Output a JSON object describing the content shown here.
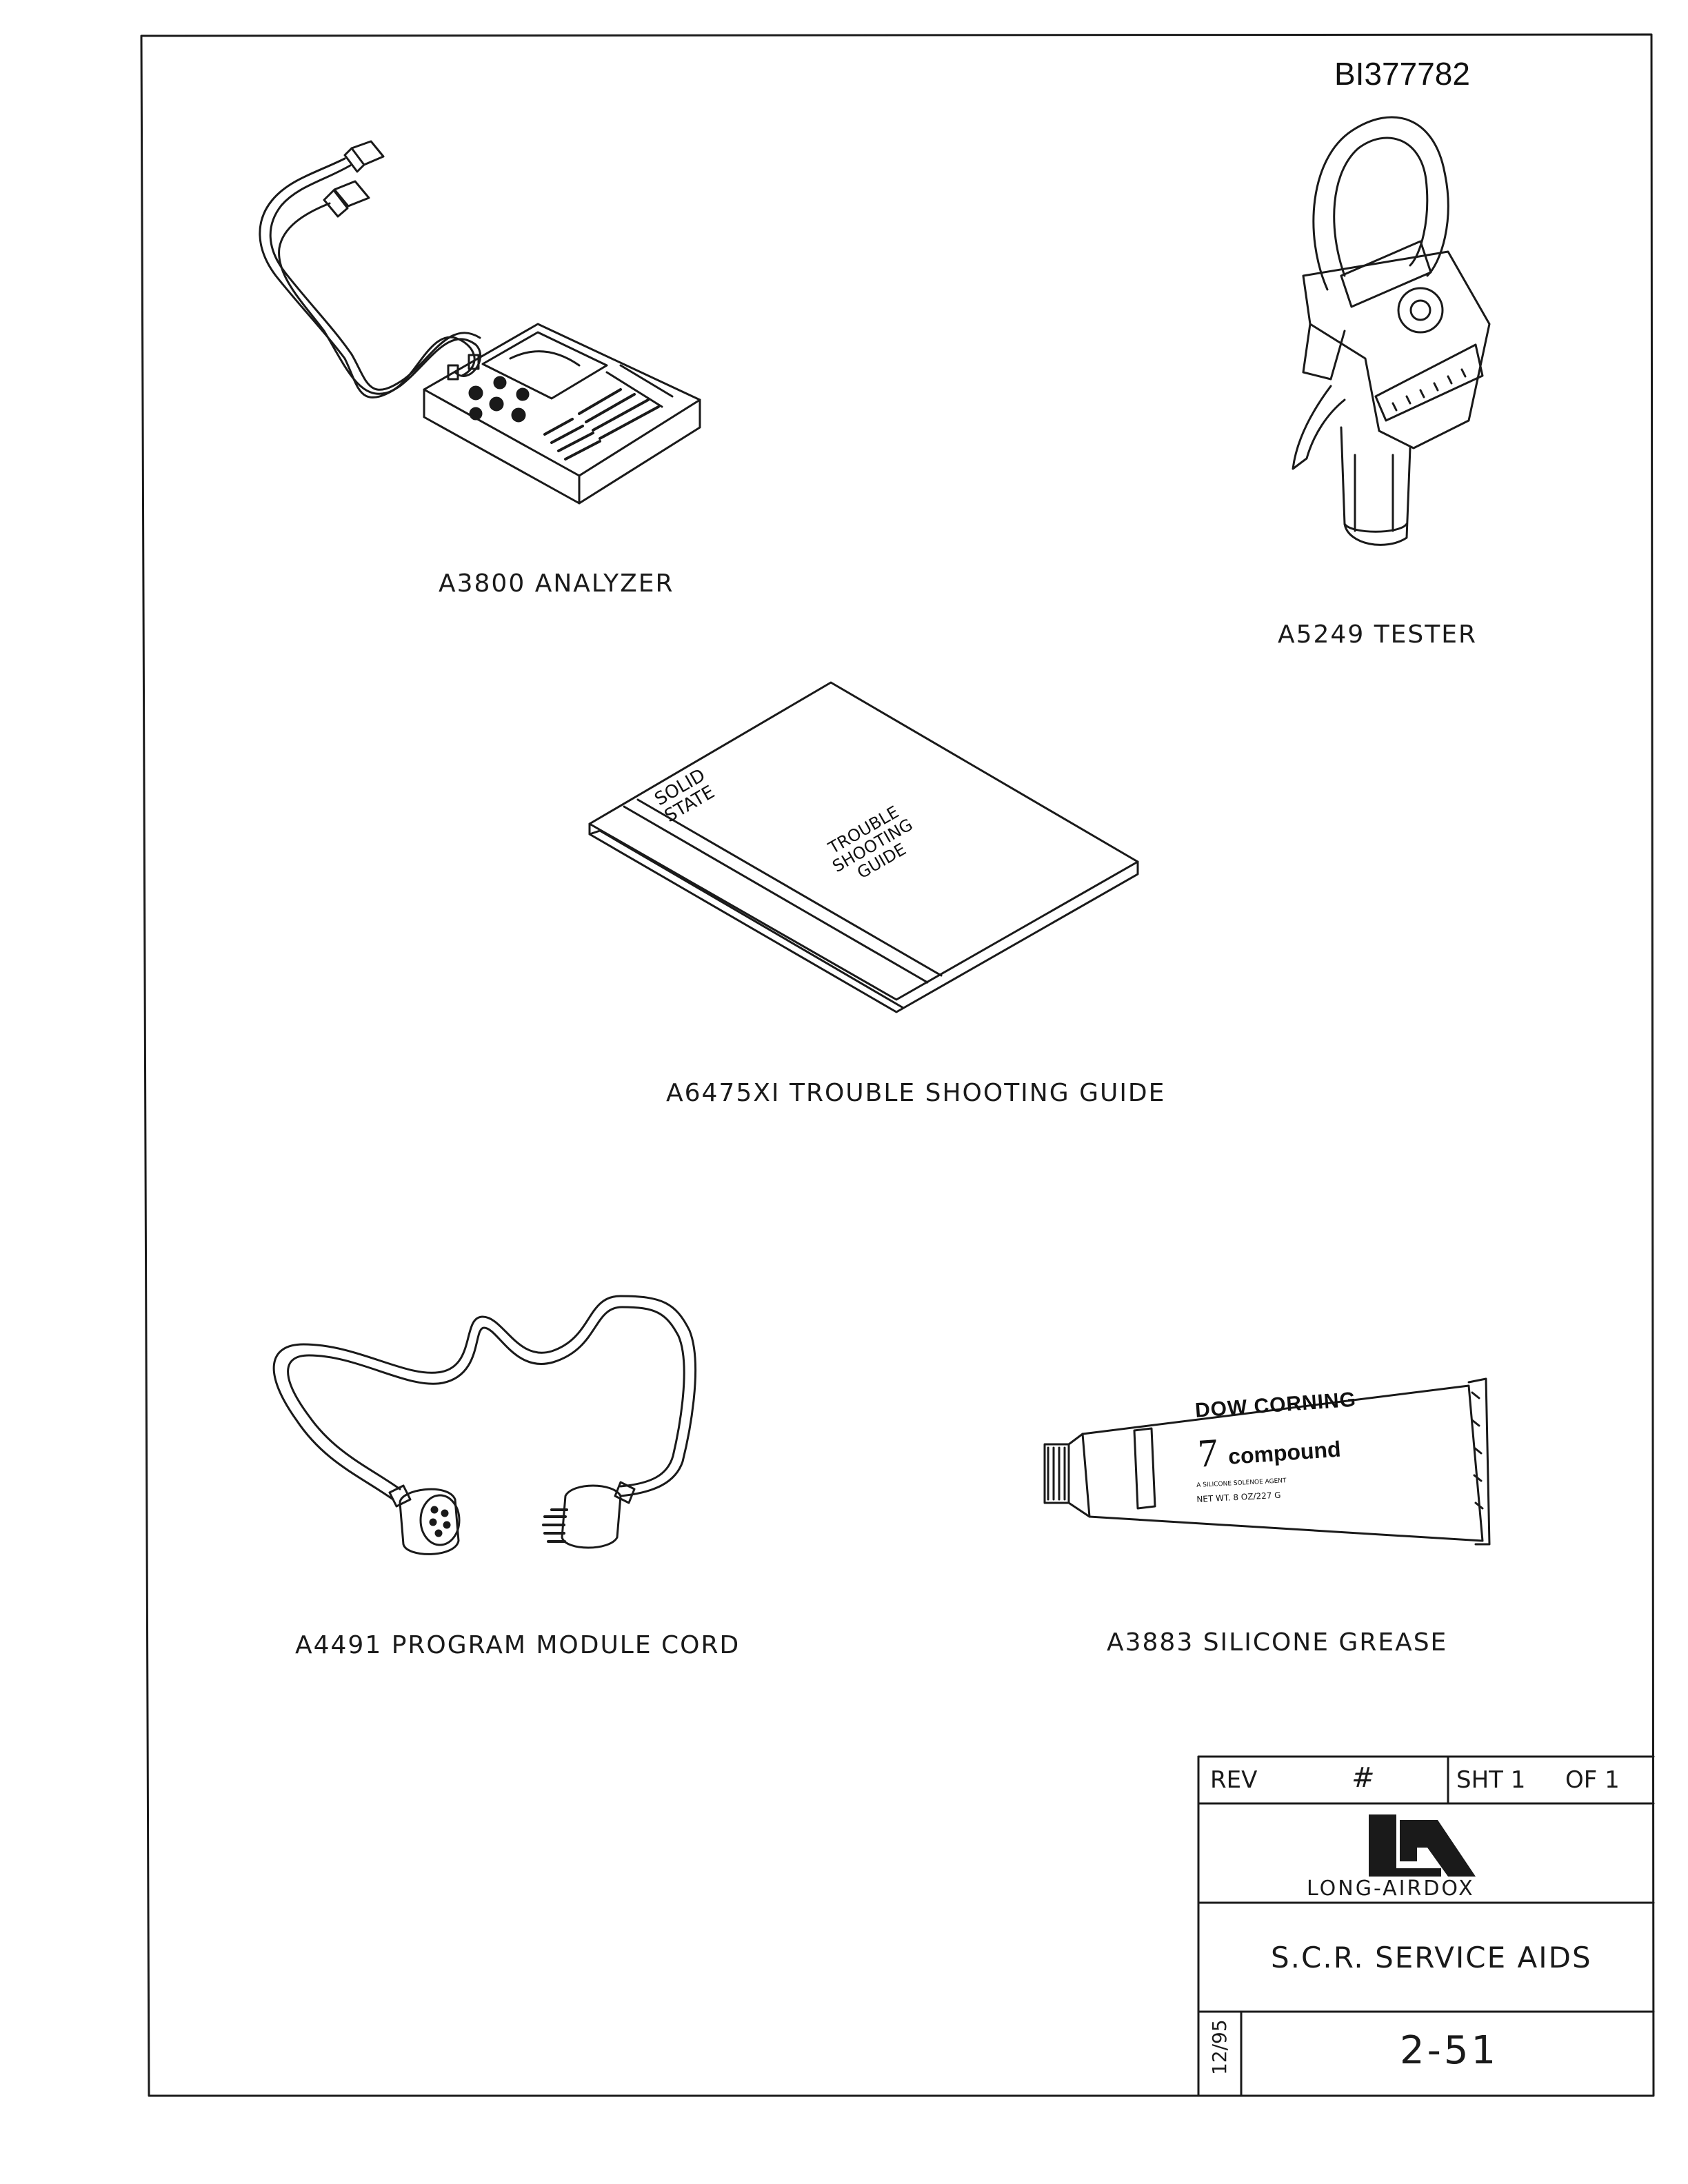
{
  "document_id": "BI377782",
  "items": [
    {
      "label": "A3800 ANALYZER"
    },
    {
      "label": "A5249 TESTER"
    },
    {
      "label": "A6475XI TROUBLE SHOOTING GUIDE"
    },
    {
      "label": "A4491 PROGRAM MODULE CORD"
    },
    {
      "label": "A3883 SILICONE GREASE"
    }
  ],
  "guide_cover": {
    "spine_line1": "SOLID",
    "spine_line2": "STATE",
    "title_line1": "TROUBLE",
    "title_line2": "SHOOTING",
    "title_line3": "GUIDE"
  },
  "grease_tube": {
    "brand": "DOW CORNING",
    "number": "7",
    "product": "compound",
    "small_text": "A SILICONE SOLENOE AGENT",
    "net_weight": "NET WT. 8 OZ/227 G"
  },
  "title_block": {
    "rev_label": "REV",
    "rev_value": "#",
    "sheet_label": "SHT 1",
    "of_label": "OF 1",
    "company": "LONG-AIRDOX",
    "drawing_title": "S.C.R. SERVICE AIDS",
    "date": "12/95",
    "drawing_number": "2-51"
  },
  "colors": {
    "ink": "#1a1a1a",
    "paper": "#ffffff"
  }
}
